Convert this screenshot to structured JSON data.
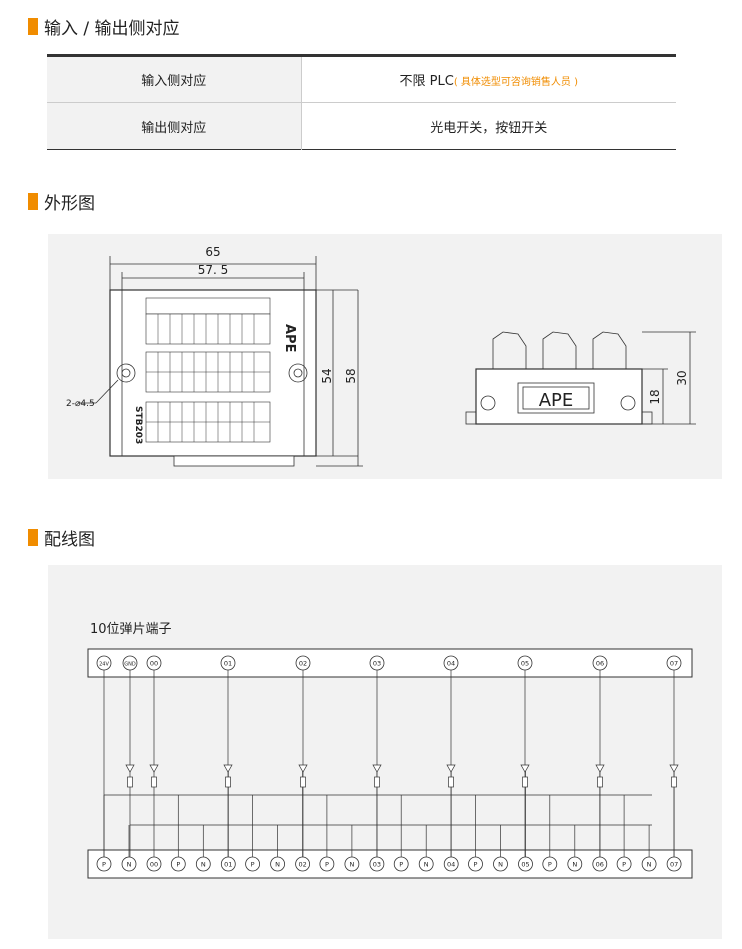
{
  "sections": {
    "io": "输入 / 输出侧对应",
    "outline": "外形图",
    "wiring": "配线图"
  },
  "spec_table": {
    "rows": [
      {
        "label": "输入侧对应",
        "value": "不限 PLC",
        "note": "( 具体选型可咨询销售人员 )"
      },
      {
        "label": "输出侧对应",
        "value": "光电开关，按钮开关",
        "note": ""
      }
    ]
  },
  "outline": {
    "dims": {
      "width_total": "65",
      "width_inner": "57. 5",
      "height_inner": "54",
      "height_total": "58",
      "hole": "2-⌀4.5",
      "side_height": "18",
      "side_total": "30"
    },
    "brand": "APE",
    "model": "STB203"
  },
  "wiring": {
    "title": "10位弹片端子",
    "top_terminals": [
      "24V",
      "GND",
      "00",
      "01",
      "02",
      "03",
      "04",
      "05",
      "06",
      "07"
    ],
    "bottom_terminals": [
      "P",
      "N",
      "00",
      "P",
      "N",
      "01",
      "P",
      "N",
      "02",
      "P",
      "N",
      "03",
      "P",
      "N",
      "04",
      "P",
      "N",
      "05",
      "P",
      "N",
      "06",
      "P",
      "N",
      "07"
    ]
  },
  "colors": {
    "accent": "#f08c00"
  }
}
